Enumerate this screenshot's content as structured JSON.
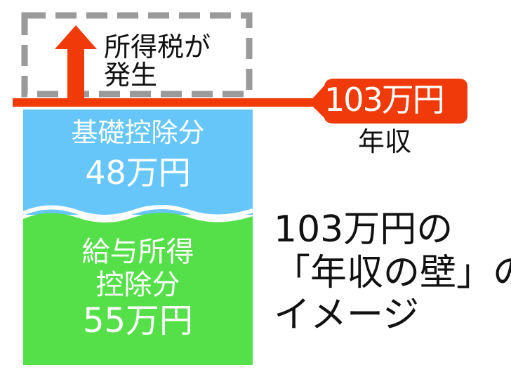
{
  "tax_label": {
    "line1": "所得税が",
    "line2": "発生"
  },
  "threshold_tag": "103万円",
  "income_label": "年収",
  "basic_deduction": {
    "label": "基礎控除分",
    "amount": "48万円"
  },
  "salary_deduction": {
    "line1": "給与所得",
    "line2": "控除分",
    "amount": "55万円"
  },
  "caption": {
    "line1": "103万円の",
    "line2": "「年収の壁」の",
    "line3": "イメージ"
  },
  "colors": {
    "red": "#f03a0a",
    "blue": "#66c6fa",
    "green": "#55e04a",
    "gray": "#9a9a9a"
  }
}
